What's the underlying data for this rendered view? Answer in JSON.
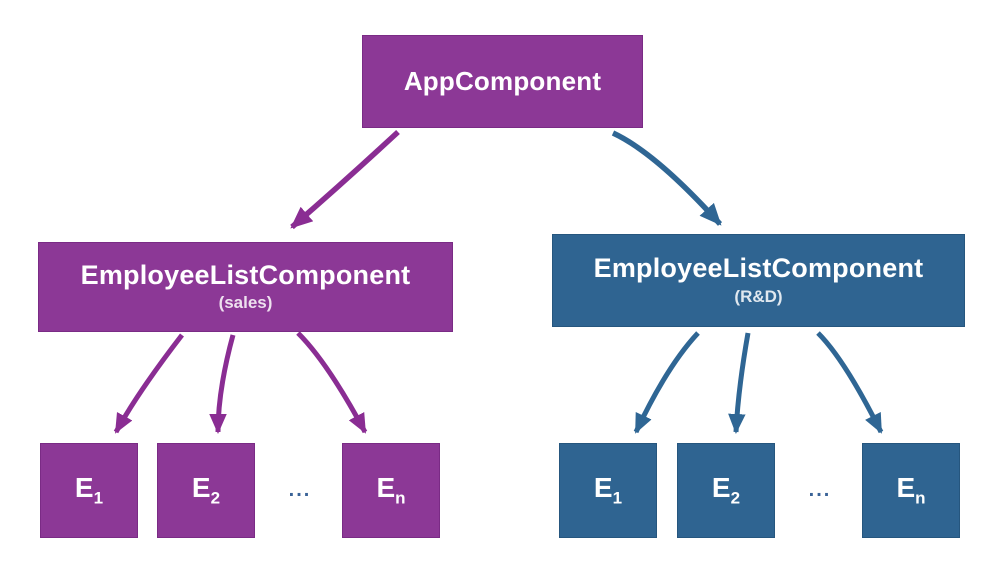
{
  "colors": {
    "background": "#FFFFFF",
    "purple_fill": "#8C3896",
    "purple_border": "#7A2B85",
    "purple_arrow": "#8A2D93",
    "blue_fill": "#2F6491",
    "blue_border": "#26567E",
    "blue_arrow": "#2F6694",
    "ellipsis_color": "#3A6397",
    "text": "#FFFFFF"
  },
  "root": {
    "label": "AppComponent"
  },
  "branches": [
    {
      "label": "EmployeeListComponent",
      "sublabel": "(sales)",
      "ellipsis": "...",
      "children": [
        {
          "base": "E",
          "sub": "1"
        },
        {
          "base": "E",
          "sub": "2"
        },
        {
          "base": "E",
          "sub": "n"
        }
      ]
    },
    {
      "label": "EmployeeListComponent",
      "sublabel": "(R&D)",
      "ellipsis": "...",
      "children": [
        {
          "base": "E",
          "sub": "1"
        },
        {
          "base": "E",
          "sub": "2"
        },
        {
          "base": "E",
          "sub": "n"
        }
      ]
    }
  ]
}
